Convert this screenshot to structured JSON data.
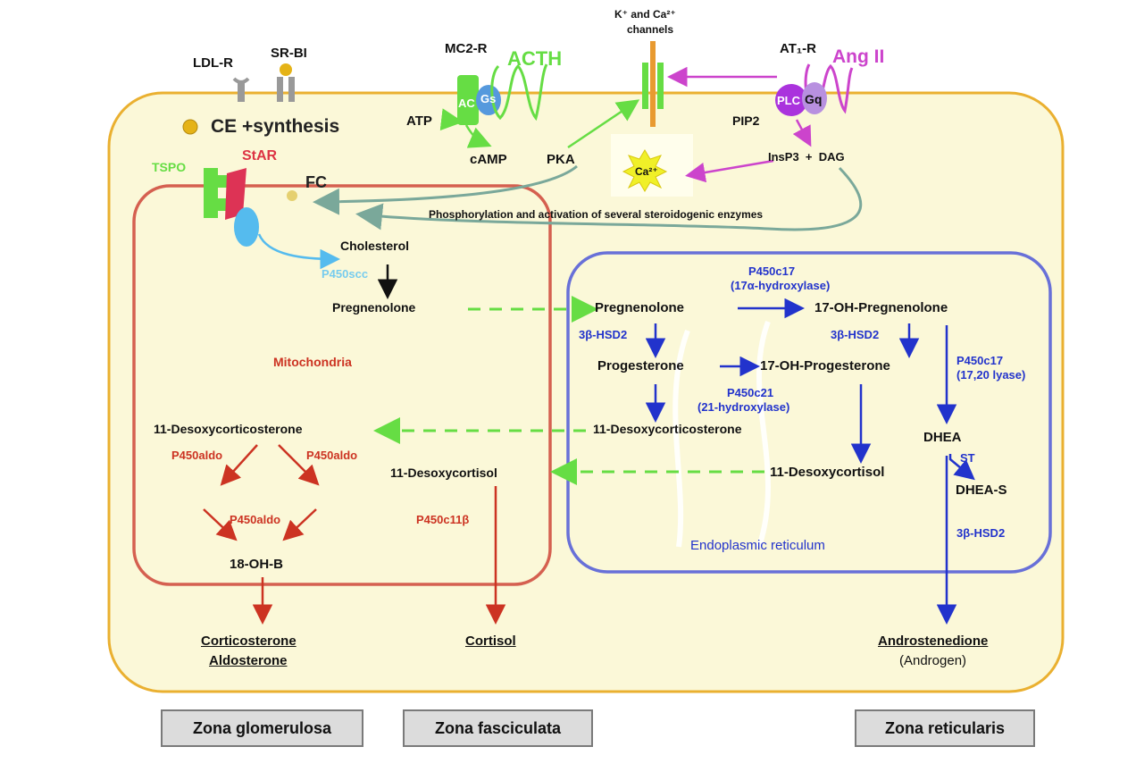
{
  "colors": {
    "cell_fill": "#fbf8d8",
    "cell_border": "#eab030",
    "mito_border": "#d56050",
    "er_border": "#6870d8",
    "green": "#66dd44",
    "blue": "#2233cc",
    "red": "#cc3322",
    "magenta": "#cc44cc",
    "teal": "#7aa89a",
    "light_blue": "#55bbee"
  },
  "receptors": {
    "ldlr": "LDL-R",
    "srbi": "SR-BI",
    "mc2r": "MC2-R",
    "acth": "ACTH",
    "ac": "AC",
    "gs": "Gs",
    "channels_line1": "K⁺ and Ca²⁺",
    "channels_line2": "channels",
    "at1r": "AT₁-R",
    "ang2": "Ang II",
    "plc": "PLC",
    "gq": "Gq"
  },
  "signaling": {
    "ce_synthesis": "CE +synthesis",
    "atp": "ATP",
    "camp": "cAMP",
    "pka": "PKA",
    "pip2": "PIP2",
    "ca": "Ca²⁺",
    "insp3_dag": "InsP3  +  DAG",
    "phospho": "Phosphorylation and activation of several steroidogenic enzymes",
    "tspo": "TSPO",
    "star": "StAR",
    "fc": "FC"
  },
  "mito": {
    "label": "Mitochondria",
    "cholesterol": "Cholesterol",
    "p450scc": "P450scc",
    "pregnenolone": "Pregnenolone",
    "deoxycorticosterone": "11-Desoxycorticosterone",
    "aldo1": "P450aldo",
    "aldo2": "P450aldo",
    "aldo3": "P450aldo",
    "oh18b": "18-OH-B",
    "deoxycortisol": "11-Desoxycortisol",
    "p450c11b": "P450c11β"
  },
  "er": {
    "label": "Endoplasmic reticulum",
    "pregnenolone": "Pregnenolone",
    "p450c17_line1": "P450c17",
    "p450c17_line2": "(17α-hydroxylase)",
    "oh17_preg": "17-OH-Pregnenolone",
    "hsd2_a": "3β-HSD2",
    "hsd2_b": "3β-HSD2",
    "progesterone": "Progesterone",
    "oh17_prog": "17-OH-Progesterone",
    "p450c21_line1": "P450c21",
    "p450c21_line2": "(21-hydroxylase)",
    "lyase_line1": "P450c17",
    "lyase_line2": "(17,20 lyase)",
    "deoxycorticosterone": "11-Desoxycorticosterone",
    "deoxycortisol": "11-Desoxycortisol",
    "dhea": "DHEA",
    "st": "ST",
    "dheas": "DHEA-S",
    "hsd2_c": "3β-HSD2"
  },
  "products": {
    "corticosterone": "Corticosterone",
    "aldosterone": "Aldosterone",
    "cortisol": "Cortisol",
    "androstenedione": "Androstenedione",
    "androgen": "(Androgen)"
  },
  "zones": {
    "glomerulosa": "Zona glomerulosa",
    "fasciculata": "Zona fasciculata",
    "reticularis": "Zona reticularis"
  }
}
